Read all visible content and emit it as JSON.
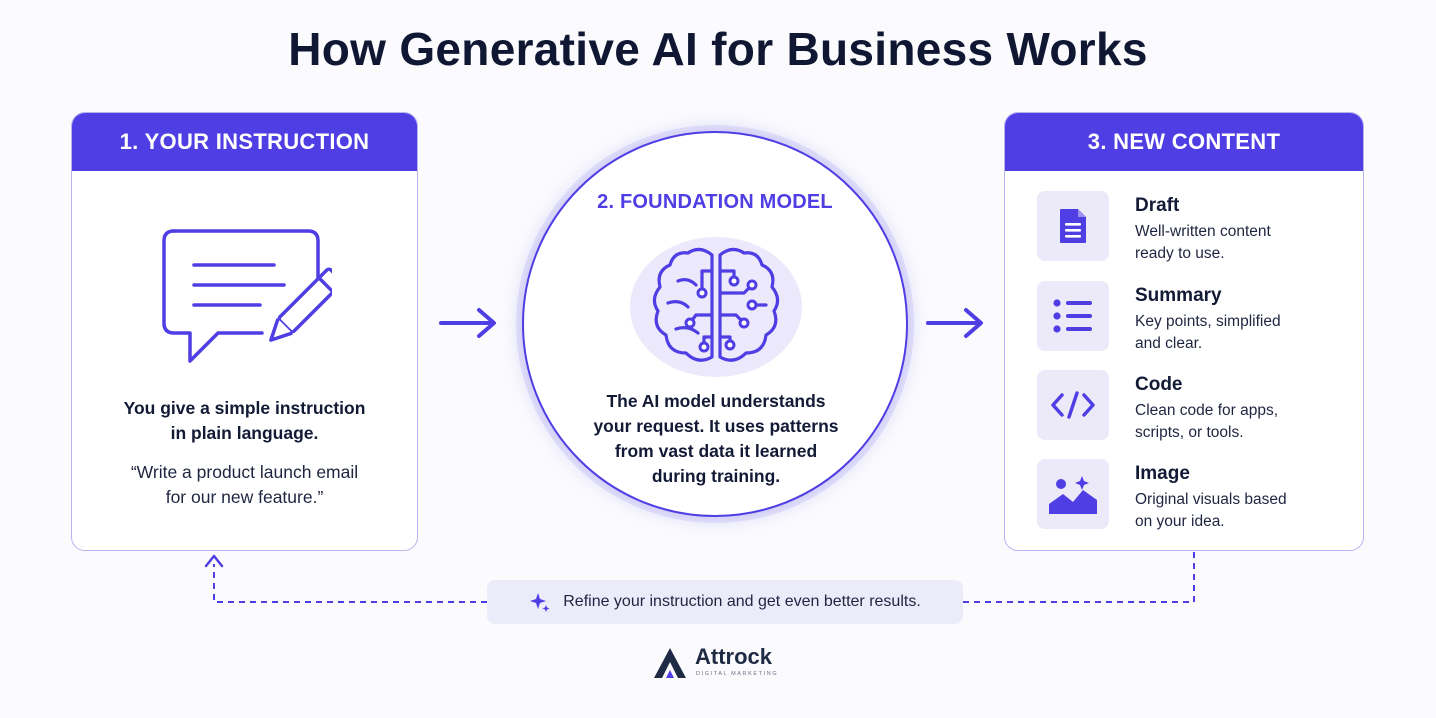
{
  "title": "How Generative AI for Business Works",
  "colors": {
    "accent": "#4f3ee3",
    "icon_bg": "#eceaf9",
    "text": "#121a35"
  },
  "step1": {
    "header": "1. YOUR INSTRUCTION",
    "icon": "chat-pencil-icon",
    "main_lines": [
      "You give a simple instruction",
      "in plain language."
    ],
    "quote_lines": [
      "“Write a product launch email",
      "for our new feature.”"
    ]
  },
  "step2": {
    "header": "2. FOUNDATION MODEL",
    "icon": "brain-circuit-icon",
    "text_lines": [
      "The AI model understands",
      "your request. It uses patterns",
      "from vast data it learned",
      "during training."
    ]
  },
  "step3": {
    "header": "3. NEW CONTENT",
    "items": [
      {
        "icon": "document-icon",
        "name": "Draft",
        "desc_lines": [
          "Well-written content",
          "ready to use."
        ]
      },
      {
        "icon": "list-icon",
        "name": "Summary",
        "desc_lines": [
          "Key points, simplified",
          "and clear."
        ]
      },
      {
        "icon": "code-icon",
        "name": "Code",
        "desc_lines": [
          "Clean code for apps,",
          "scripts, or tools."
        ]
      },
      {
        "icon": "image-icon",
        "name": "Image",
        "desc_lines": [
          "Original visuals based",
          "on your idea."
        ]
      }
    ]
  },
  "loop": {
    "icon": "sparkle-icon",
    "text": "Refine your instruction and get even better results."
  },
  "logo": {
    "name": "Attrock",
    "tagline": "DIGITAL MARKETING"
  }
}
